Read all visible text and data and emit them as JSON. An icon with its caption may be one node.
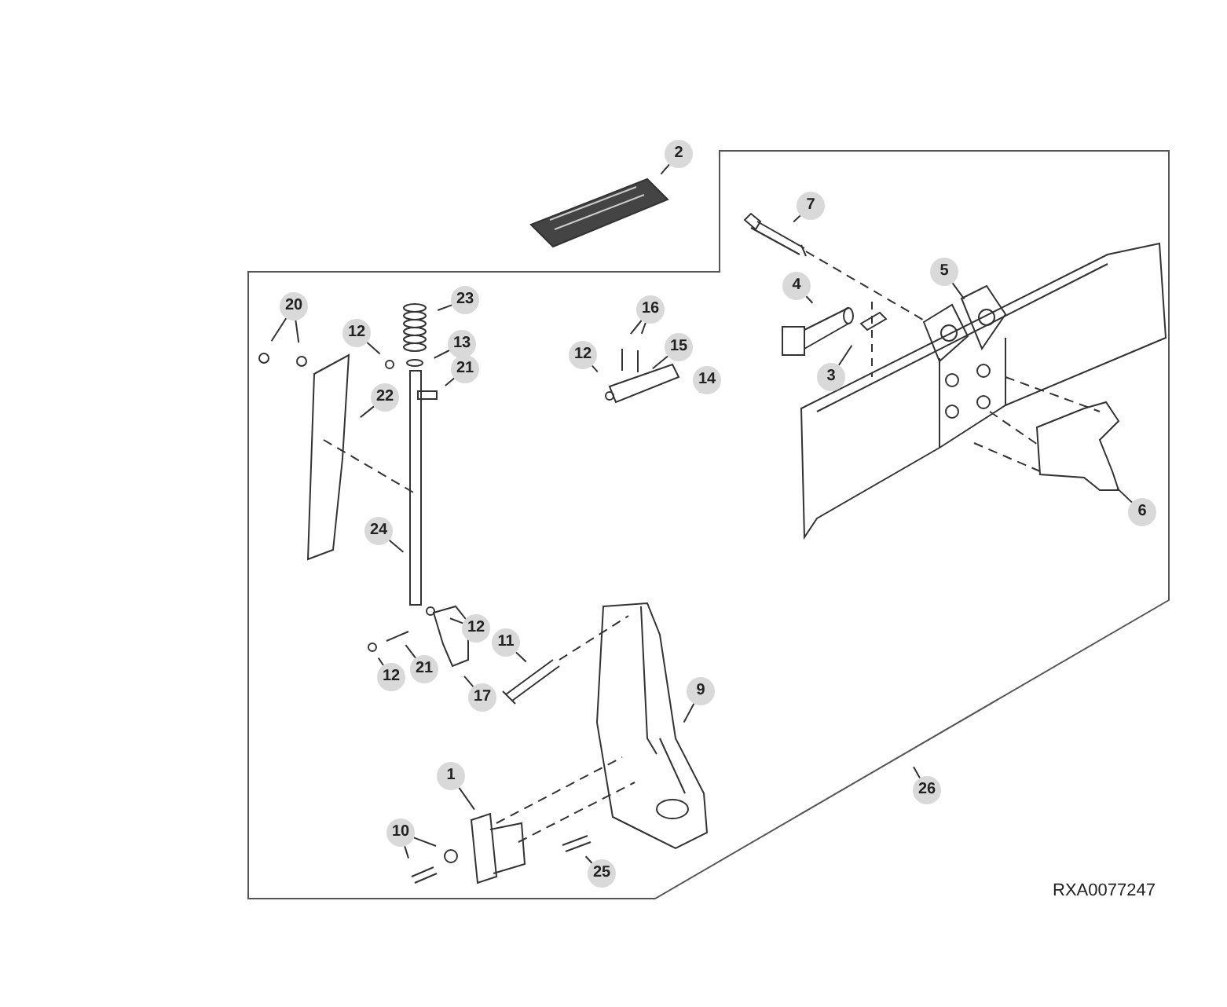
{
  "diagram": {
    "nodes": [
      {
        "text": [
          "2"
        ]
      },
      {
        "text": [
          "7"
        ]
      },
      {
        "text": [
          "5"
        ]
      },
      {
        "text": [
          "4"
        ]
      },
      {
        "text": [
          "3"
        ]
      },
      {
        "text": [
          "6"
        ]
      },
      {
        "text": [
          "20"
        ]
      },
      {
        "text": [
          "23"
        ]
      },
      {
        "text": [
          "12"
        ]
      },
      {
        "text": [
          "13"
        ]
      },
      {
        "text": [
          "21"
        ]
      },
      {
        "text": [
          "22"
        ]
      },
      {
        "text": [
          "16"
        ]
      },
      {
        "text": [
          "12"
        ]
      },
      {
        "text": [
          "15"
        ]
      },
      {
        "text": [
          "14"
        ]
      },
      {
        "text": [
          "24"
        ]
      },
      {
        "text": [
          "12"
        ]
      },
      {
        "text": [
          "21"
        ]
      },
      {
        "text": [
          "12"
        ]
      },
      {
        "text": [
          "17"
        ]
      },
      {
        "text": [
          "11"
        ]
      },
      {
        "text": [
          "9"
        ]
      },
      {
        "text": [
          "1"
        ]
      },
      {
        "text": [
          "10"
        ]
      },
      {
        "text": [
          "25"
        ]
      },
      {
        "text": [
          "26"
        ]
      }
    ],
    "edges": [
      {
        "from": 0,
        "to": null,
        "arrow": "none"
      },
      {
        "from": 1,
        "to": null,
        "arrow": "none"
      },
      {
        "from": 2,
        "to": null,
        "arrow": "none"
      },
      {
        "from": 3,
        "to": null,
        "arrow": "none"
      },
      {
        "from": 4,
        "to": null,
        "arrow": "none"
      },
      {
        "from": 5,
        "to": null,
        "arrow": "none"
      },
      {
        "from": 6,
        "to": null,
        "arrow": "none"
      },
      {
        "from": 6,
        "to": null,
        "arrow": "none"
      },
      {
        "from": 7,
        "to": null,
        "arrow": "none"
      },
      {
        "from": 8,
        "to": null,
        "arrow": "none"
      },
      {
        "from": 9,
        "to": null,
        "arrow": "none"
      },
      {
        "from": 10,
        "to": null,
        "arrow": "none"
      },
      {
        "from": 11,
        "to": null,
        "arrow": "none"
      },
      {
        "from": 12,
        "to": null,
        "arrow": "none"
      },
      {
        "from": 12,
        "to": null,
        "arrow": "none"
      },
      {
        "from": 13,
        "to": null,
        "arrow": "none"
      },
      {
        "from": 14,
        "to": null,
        "arrow": "none"
      },
      {
        "from": 15,
        "to": null,
        "arrow": "none"
      },
      {
        "from": 16,
        "to": null,
        "arrow": "none"
      },
      {
        "from": 17,
        "to": null,
        "arrow": "none"
      },
      {
        "from": 18,
        "to": null,
        "arrow": "none"
      },
      {
        "from": 19,
        "to": null,
        "arrow": "none"
      },
      {
        "from": 20,
        "to": null,
        "arrow": "none"
      },
      {
        "from": 21,
        "to": null,
        "arrow": "none"
      },
      {
        "from": 22,
        "to": null,
        "arrow": "none"
      },
      {
        "from": 23,
        "to": null,
        "arrow": "none"
      },
      {
        "from": 24,
        "to": null,
        "arrow": "none"
      },
      {
        "from": 24,
        "to": null,
        "arrow": "none"
      },
      {
        "from": 25,
        "to": null,
        "arrow": "none"
      },
      {
        "from": 26,
        "to": null,
        "arrow": "none"
      }
    ],
    "labels": [
      "RXA0077247"
    ]
  }
}
